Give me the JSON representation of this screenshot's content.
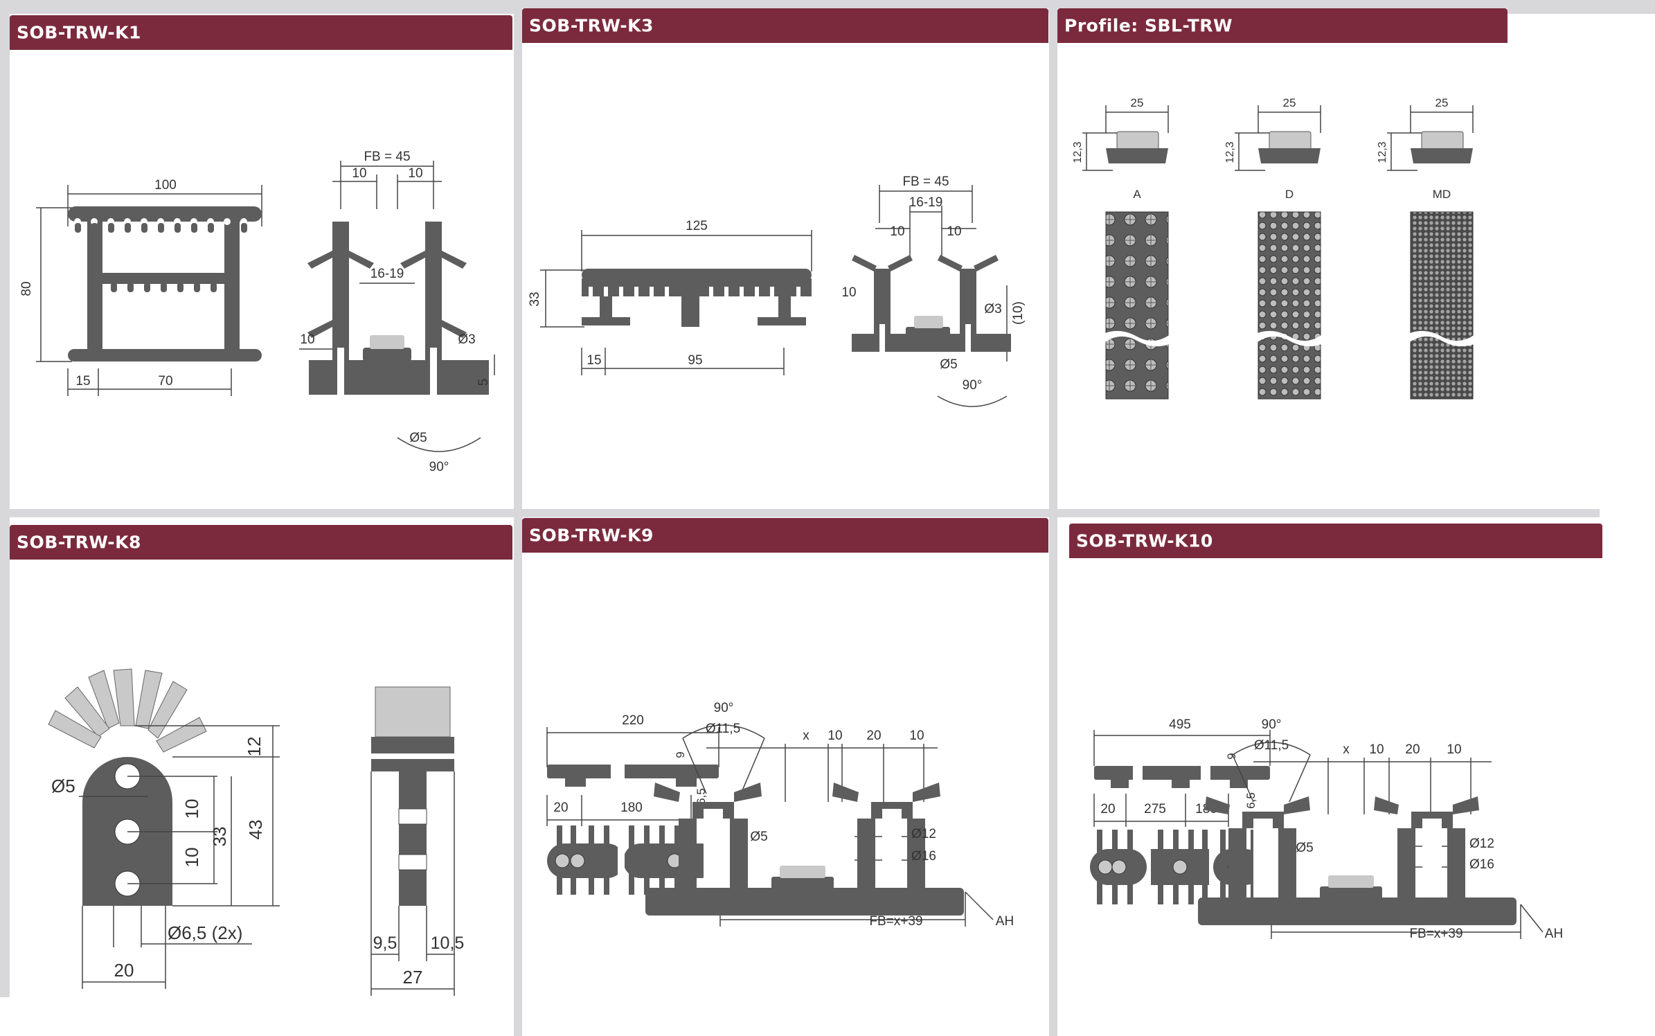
{
  "panels": {
    "k1": {
      "title": "SOB-TRW-K1"
    },
    "k3": {
      "title": "SOB-TRW-K3"
    },
    "profile": {
      "title": "Profile: SBL-TRW"
    },
    "k8": {
      "title": "SOB-TRW-K8"
    },
    "k9": {
      "title": "SOB-TRW-K9"
    },
    "k10": {
      "title": "SOB-TRW-K10"
    }
  },
  "dims": {
    "k1": {
      "w100": "100",
      "h80": "80",
      "d15": "15",
      "d70": "70",
      "fb": "FB = 45",
      "d10a": "10",
      "d10b": "10",
      "d1619": "16-19",
      "d10c": "10",
      "o3": "Ø3",
      "o5": "Ø5",
      "d5": "5",
      "a90": "90°"
    },
    "k3": {
      "w125": "125",
      "h33": "33",
      "d15": "15",
      "d95": "95",
      "fb": "FB = 45",
      "d1619": "16-19",
      "d10a": "10",
      "d10b": "10",
      "d10c": "10",
      "o3": "Ø3",
      "o5": "Ø5",
      "d10p": "(10)",
      "a90": "90°"
    },
    "profile": {
      "w25a": "25",
      "w25b": "25",
      "w25c": "25",
      "h123a": "12,3",
      "h123b": "12,3",
      "h123c": "12,3",
      "la": "A",
      "ld": "D",
      "lmd": "MD"
    },
    "k8": {
      "d12": "12",
      "o5": "Ø5",
      "d10a": "10",
      "d10b": "10",
      "d33": "33",
      "d43": "43",
      "o65": "Ø6,5 (2x)",
      "d20": "20",
      "d95": "9,5",
      "d105": "10,5",
      "d27": "27"
    },
    "k9": {
      "w220": "220",
      "d9": "9",
      "d20": "20",
      "d180": "180",
      "d65": "6,5",
      "a90": "90°",
      "o115": "Ø11,5",
      "x": "x",
      "d10a": "10",
      "d20b": "20",
      "d10b": "10",
      "o5": "Ø5",
      "o12": "Ø12",
      "o16": "Ø16",
      "fb": "FB=x+39",
      "ah": "AH"
    },
    "k10": {
      "w495": "495",
      "d9": "9",
      "d20": "20",
      "d275": "275",
      "d180": "180",
      "d65": "6,5",
      "a90": "90°",
      "o115": "Ø11,5",
      "x": "x",
      "d10a": "10",
      "d20b": "20",
      "d10b": "10",
      "o5": "Ø5",
      "o12": "Ø12",
      "o16": "Ø16",
      "fb": "FB=x+39",
      "ah": "AH"
    }
  },
  "colors": {
    "header": "#7b2a3d",
    "part": "#5a5a5a",
    "light": "#c9c9c9",
    "dim": "#444444",
    "band": "#d8d8db"
  }
}
